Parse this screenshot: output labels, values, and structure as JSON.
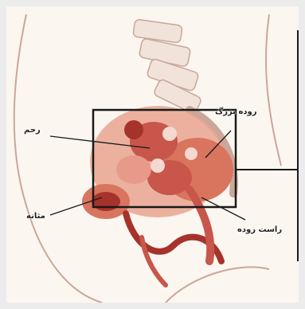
{
  "labels": {
    "uterus": "رحم",
    "small_intestine": "روده بزرگ",
    "bladder": "مثانه",
    "rectum": "راست روده"
  },
  "colors": {
    "skin_outline": "#c9a79a",
    "tissue": "#d9745f",
    "tissue_dark": "#a6332b",
    "box": "#1a1a1a",
    "background": "#fbf6f0"
  }
}
